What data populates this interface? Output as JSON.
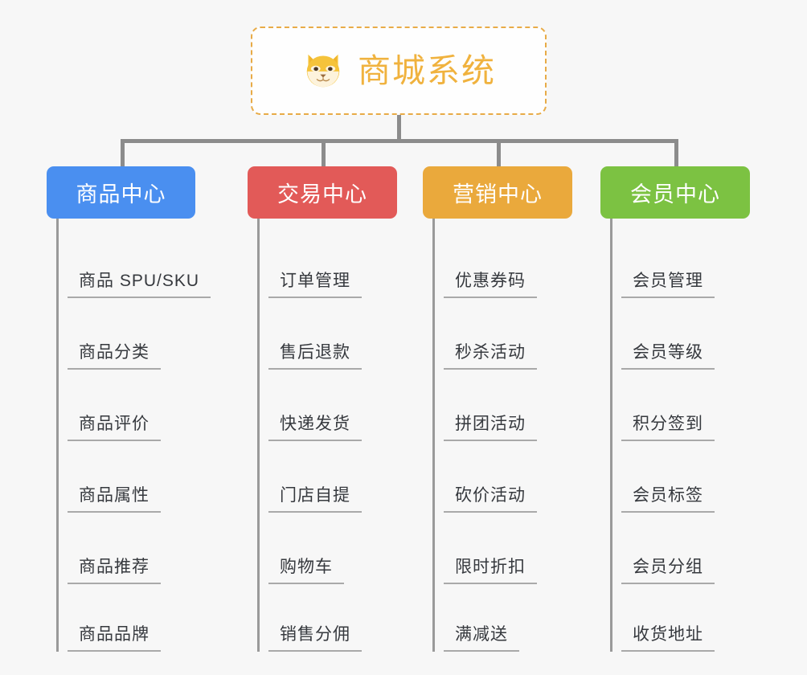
{
  "page": {
    "background_color": "#f7f7f7",
    "title": "商城系统"
  },
  "root": {
    "label": "商城系统",
    "icon": "shiba-dog-face-icon",
    "text_color": "#f0b23e",
    "border_color": "#e8ab47",
    "border_style": "dashed"
  },
  "connector": {
    "color": "#8c8c8c"
  },
  "branches": [
    {
      "label": "商品中心",
      "color": "#4a8ff0",
      "items": [
        "商品 SPU/SKU",
        "商品分类",
        "商品评价",
        "商品属性",
        "商品推荐",
        "商品品牌"
      ]
    },
    {
      "label": "交易中心",
      "color": "#e25a58",
      "items": [
        "订单管理",
        "售后退款",
        "快递发货",
        "门店自提",
        "购物车",
        "销售分佣"
      ]
    },
    {
      "label": "营销中心",
      "color": "#eaa93c",
      "items": [
        "优惠券码",
        "秒杀活动",
        "拼团活动",
        "砍价活动",
        "限时折扣",
        "满减送"
      ]
    },
    {
      "label": "会员中心",
      "color": "#7cc242",
      "items": [
        "会员管理",
        "会员等级",
        "积分签到",
        "会员标签",
        "会员分组",
        "收货地址"
      ]
    }
  ],
  "leaf_style": {
    "text_color": "#36393e",
    "underline_color": "#a9a9a9",
    "trunk_color": "#9a9a9a"
  }
}
